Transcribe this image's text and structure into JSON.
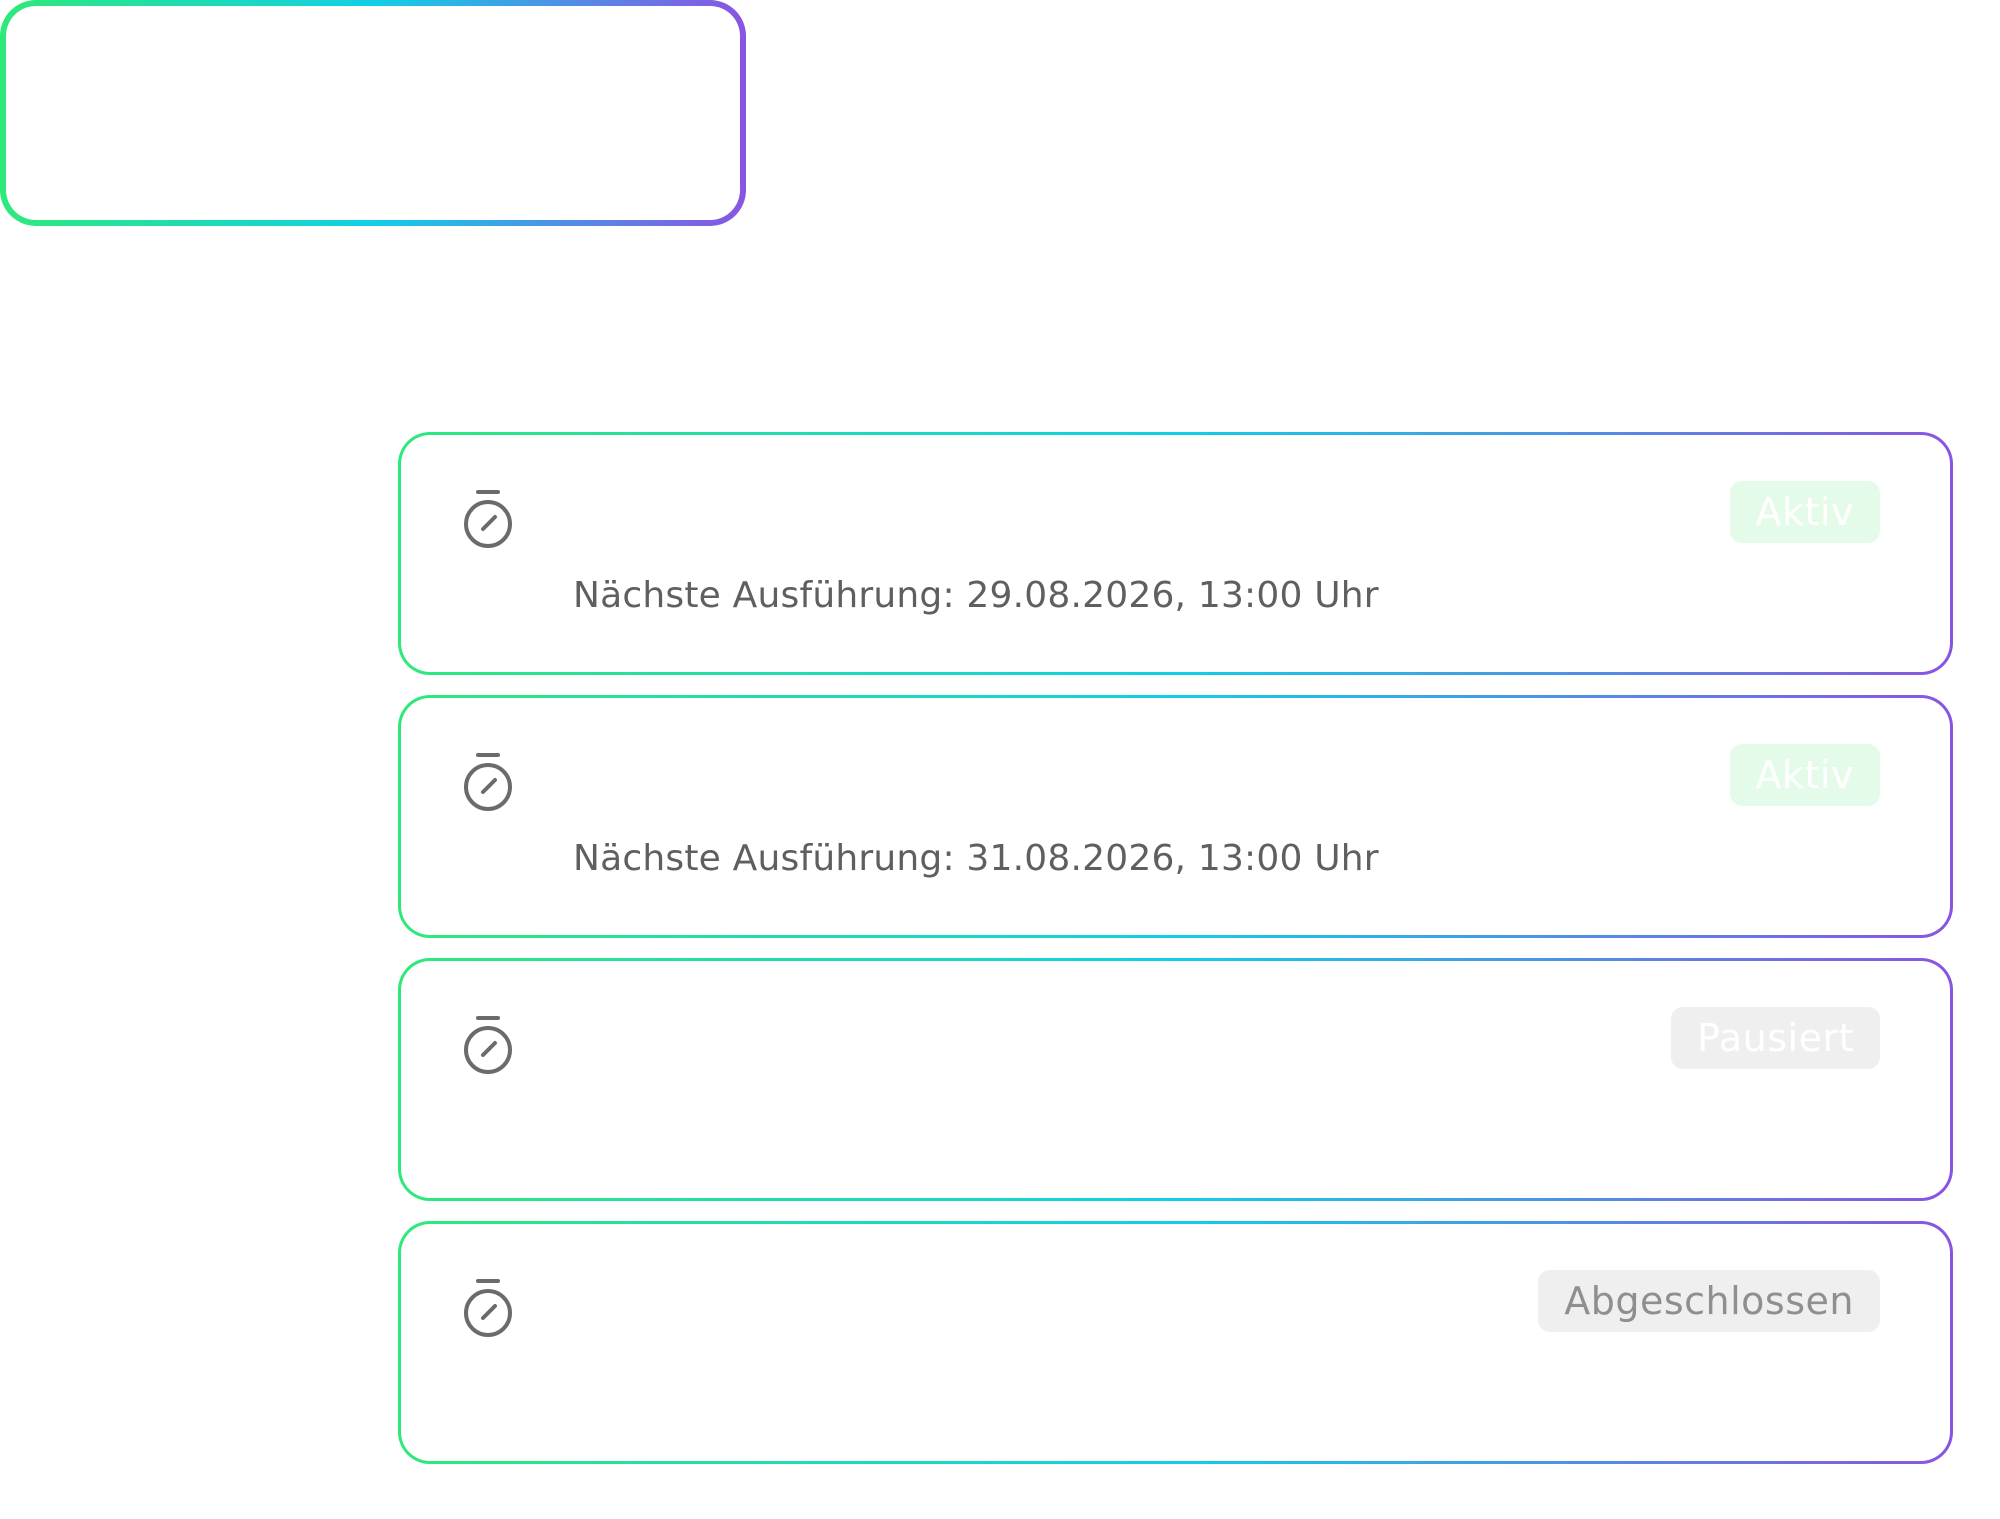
{
  "schedules": [
    {
      "status": "Aktiv",
      "next_run": "Nächste Ausführung: 29.08.2026, 13:00 Uhr"
    },
    {
      "status": "Aktiv",
      "next_run": "Nächste Ausführung: 31.08.2026, 13:00 Uhr"
    },
    {
      "status": "Pausiert",
      "next_run": ""
    },
    {
      "status": "Abgeschlossen",
      "next_run": ""
    }
  ],
  "colors": {
    "gradient_start": "#2ee97a",
    "gradient_mid": "#11cfe6",
    "gradient_end": "#8a54e3",
    "active_badge_bg": "#e5fbea",
    "neutral_badge_bg": "#efefef",
    "icon": "#6b6b6b",
    "text": "#5f5f5f"
  },
  "icons": {
    "schedule": "stopwatch-icon"
  }
}
